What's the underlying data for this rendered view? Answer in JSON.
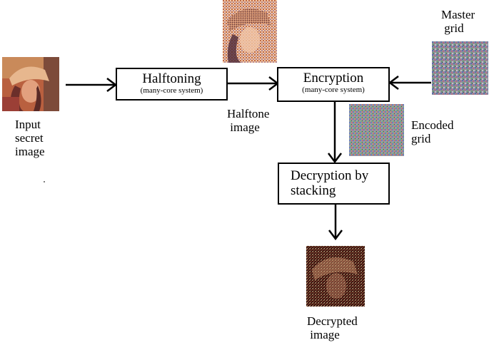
{
  "diagram": {
    "nodes": {
      "halftoning": {
        "title": "Halftoning",
        "subtitle": "(many-core system)"
      },
      "encryption": {
        "title": "Encryption",
        "subtitle": "(many-core system)"
      },
      "decryption": {
        "title": "Decryption by\nstacking"
      }
    },
    "labels": {
      "input": "Input\nsecret\nimage",
      "halftone": "Halftone\n image",
      "master": "Master\n grid",
      "encoded": "Encoded\ngrid",
      "decrypted": "Decrypted\n image"
    },
    "images": {
      "input": "portrait-color-thumbnail",
      "halftone": "portrait-halftone-thumbnail",
      "master": "master-noise-grid",
      "encoded": "encoded-noise-grid",
      "decrypted": "portrait-decrypted-thumbnail"
    },
    "colors": {
      "stroke": "#000000",
      "background": "#ffffff"
    }
  }
}
